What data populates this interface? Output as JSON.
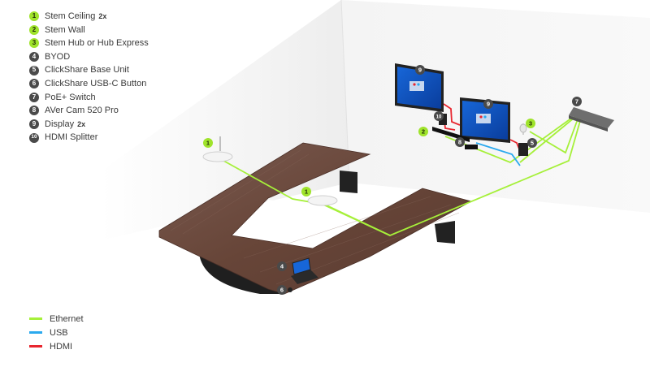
{
  "legend": {
    "items": [
      {
        "num": "1",
        "label": "Stem Ceiling",
        "qty": "2x",
        "badge": "green"
      },
      {
        "num": "2",
        "label": "Stem Wall",
        "qty": "",
        "badge": "green"
      },
      {
        "num": "3",
        "label": "Stem Hub or Hub Express",
        "qty": "",
        "badge": "green"
      },
      {
        "num": "4",
        "label": "BYOD",
        "qty": "",
        "badge": "dark"
      },
      {
        "num": "5",
        "label": "ClickShare Base Unit",
        "qty": "",
        "badge": "dark"
      },
      {
        "num": "6",
        "label": "ClickShare USB-C Button",
        "qty": "",
        "badge": "dark"
      },
      {
        "num": "7",
        "label": "PoE+ Switch",
        "qty": "",
        "badge": "dark"
      },
      {
        "num": "8",
        "label": "AVer Cam 520 Pro",
        "qty": "",
        "badge": "dark"
      },
      {
        "num": "9",
        "label": "Display",
        "qty": "2x",
        "badge": "dark"
      },
      {
        "num": "10",
        "label": "HDMI Splitter",
        "qty": "",
        "badge": "dark"
      }
    ]
  },
  "cables": [
    {
      "label": "Ethernet",
      "color": "#a6f03a"
    },
    {
      "label": "USB",
      "color": "#2aa9ee"
    },
    {
      "label": "HDMI",
      "color": "#e8262f"
    }
  ],
  "callouts": {
    "ceiling_left": "1",
    "ceiling_center": "1",
    "wall_mic": "2",
    "hub": "3",
    "byod": "4",
    "base_unit": "5",
    "usb_button": "6",
    "switch": "7",
    "camera": "8",
    "display_left": "9",
    "display_right": "9",
    "splitter": "10"
  },
  "colors": {
    "ethernet": "#a6f03a",
    "usb": "#2aa9ee",
    "hdmi": "#e8262f",
    "table": "#6b4a40",
    "badge_green": "#9fe32b",
    "badge_dark": "#4a4a4a"
  }
}
